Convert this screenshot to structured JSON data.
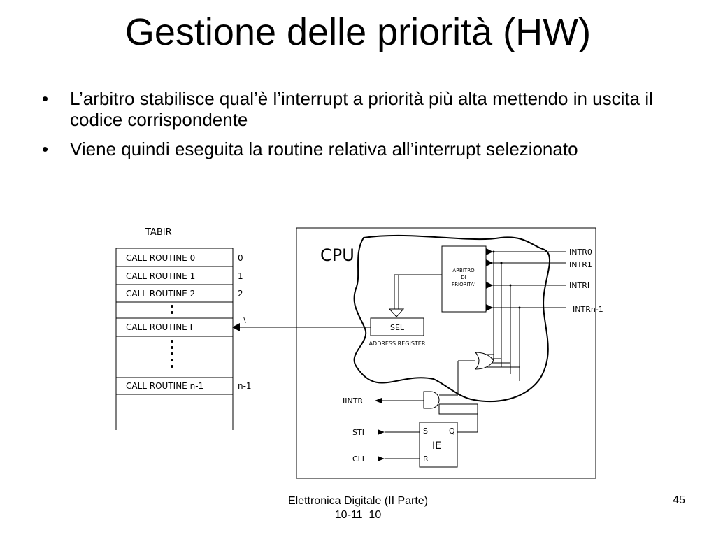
{
  "slide": {
    "title": "Gestione delle priorità (HW)",
    "bullets": [
      "L’arbitro stabilisce qual’è l’interrupt a priorità più alta mettendo in uscita il codice corrispondente",
      "Viene quindi eseguita la routine relativa all’interrupt selezionato"
    ],
    "footer_line1": "Elettronica Digitale (II Parte)",
    "footer_line2": "10-11_10",
    "page_number": "45"
  },
  "diagram": {
    "tabir_label": "TABIR",
    "rows": [
      "CALL ROUTINE 0",
      "CALL ROUTINE 1",
      "CALL ROUTINE 2",
      "CALL ROUTINE I",
      "CALL ROUTINE n-1"
    ],
    "indices": [
      "0",
      "1",
      "2",
      "n-1"
    ],
    "arrow_mark": "\\",
    "cpu_label": "CPU",
    "arbiter_lines": [
      "ARBITRO",
      "DI",
      "PRIORITA'"
    ],
    "sel_label": "SEL",
    "address_register_label": "ADDRESS REGISTER",
    "inputs": [
      "INTR0",
      "INTR1",
      "INTRI",
      "INTRn-1"
    ],
    "iintr_label": "IINTR",
    "sti_label": "STI",
    "cli_label": "CLI",
    "ff_s": "S",
    "ff_q": "Q",
    "ff_r": "R",
    "ie_label": "IE"
  }
}
